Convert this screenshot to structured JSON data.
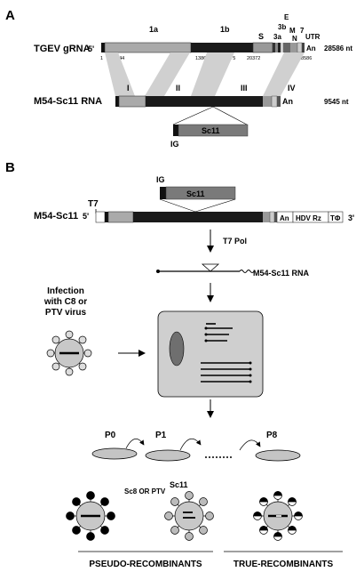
{
  "panels": {
    "a": "A",
    "b": "B"
  },
  "genome": {
    "name": "TGEV gRNA",
    "five_prime": "5'",
    "length": "28586 nt",
    "genes": {
      "g1a": "1a",
      "g1b": "1b",
      "s": "S",
      "g3a": "3a",
      "g3b": "3b",
      "e": "E",
      "m": "M",
      "n": "N",
      "g7": "7",
      "utr": "UTR"
    },
    "poly_a": "An",
    "positions": {
      "p1": "1",
      "p2144": "2144",
      "p12195": "12195",
      "p13862": "13862",
      "p19275": "19275",
      "p20372": "20372",
      "p28033": "28033",
      "p28586": "28586"
    }
  },
  "minigenome": {
    "name": "M54-Sc11 RNA",
    "length": "9545 nt",
    "poly_a": "An",
    "regions": {
      "r1": "I",
      "r2": "II",
      "r3": "III",
      "r4": "IV"
    },
    "ig": "IG",
    "sc11": "Sc11"
  },
  "construct": {
    "ig": "IG",
    "sc11": "Sc11",
    "t7": "T7",
    "name": "M54-Sc11",
    "five_prime": "5'",
    "three_prime": "3'",
    "poly_a": "An",
    "hdv": "HDV Rz",
    "t_phi": "TΦ"
  },
  "transcription": {
    "polymerase": "T7 Pol",
    "product": "M54-Sc11 RNA"
  },
  "infection": {
    "line1": "Infection",
    "line2": "with C8 or",
    "line3": "PTV virus"
  },
  "passages": {
    "p0": "P0",
    "p1": "P1",
    "p8": "P8"
  },
  "virions": {
    "v1": "Sc8 OR PTV",
    "v2": "Sc11"
  },
  "groups": {
    "pseudo": "PSEUDO-RECOMBINANTS",
    "true": "TRUE-RECOMBINANTS"
  }
}
